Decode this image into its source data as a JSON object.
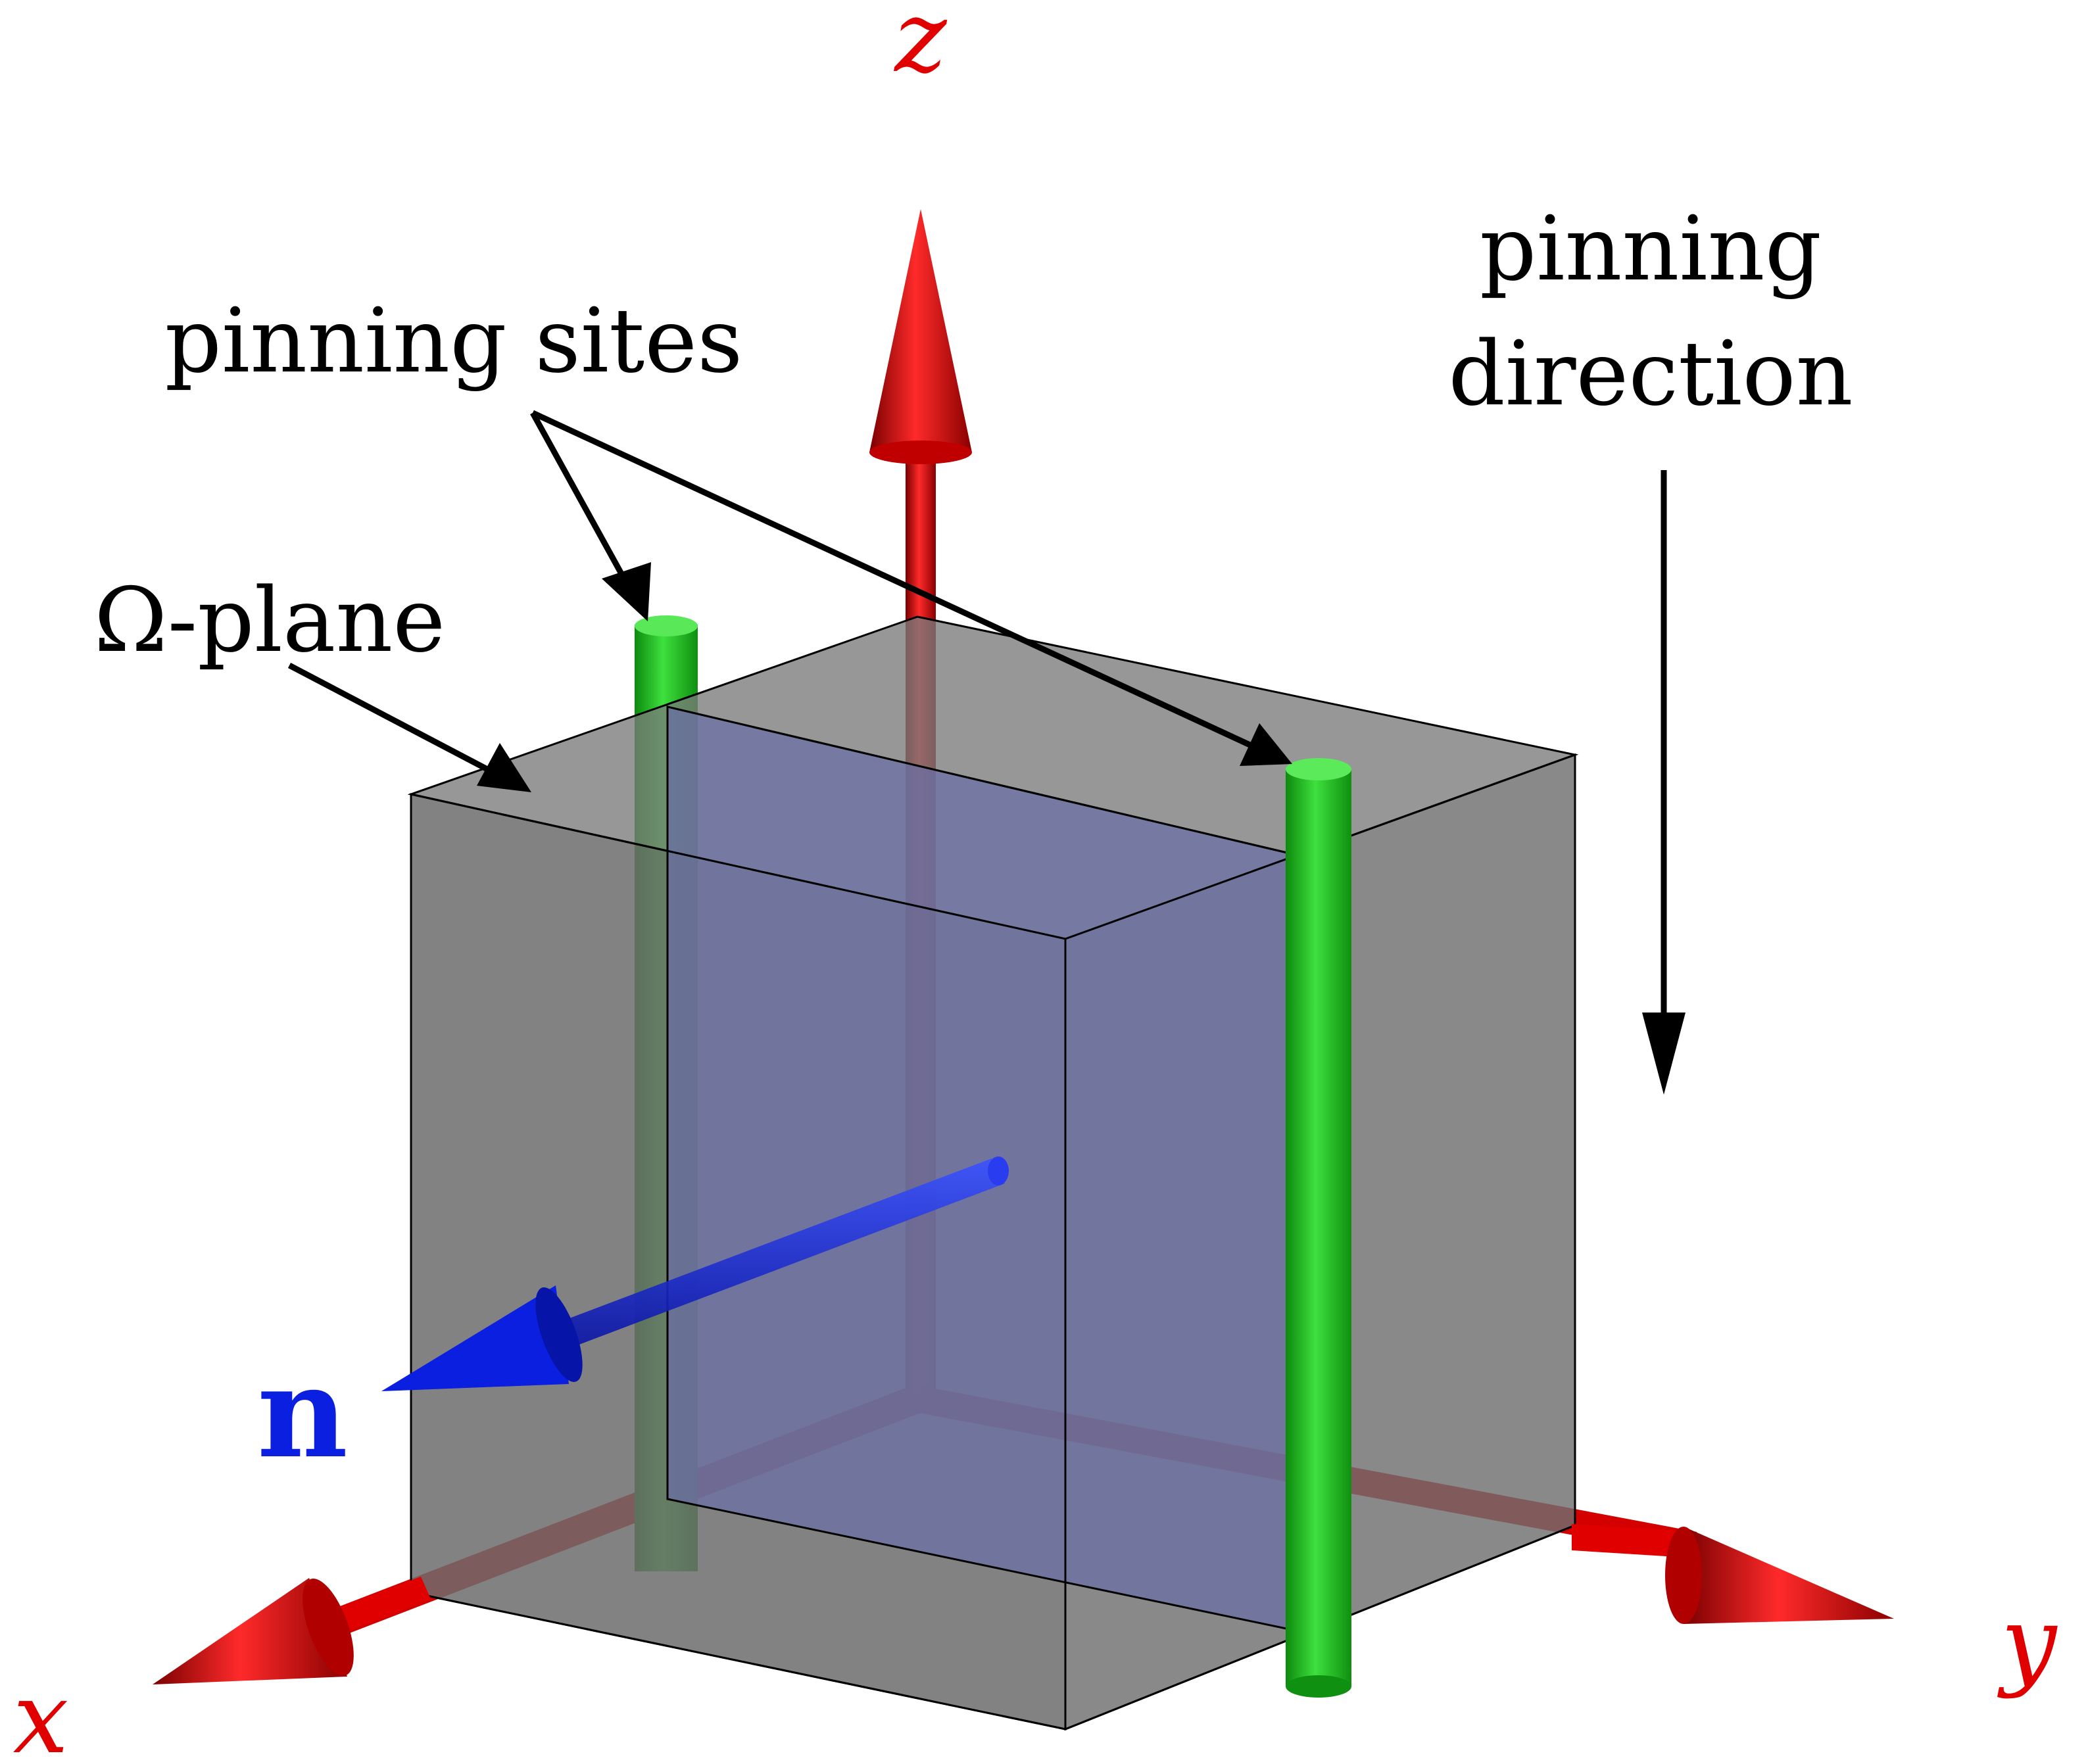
{
  "labels": {
    "axis_x": "x",
    "axis_y": "y",
    "axis_z": "z",
    "normal": "n",
    "pinning_sites": "pinning sites",
    "omega_plane": "Ω-plane",
    "pinning_direction_line1": "pinning",
    "pinning_direction_line2": "direction"
  },
  "colors": {
    "axis": "#e00000",
    "normal": "#0a1fe0",
    "pinning_rod": "#1fbf1f",
    "box_fill": "#6e6e6e",
    "plane_fill": "#6b6fa6",
    "annotation": "#000000"
  }
}
